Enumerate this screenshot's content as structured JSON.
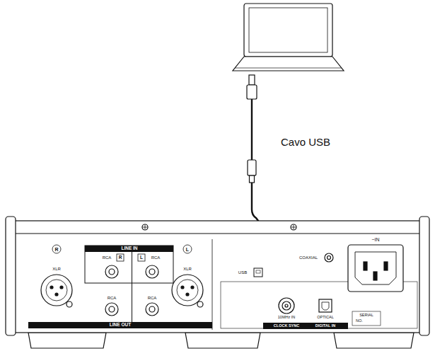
{
  "diagram": {
    "labels": [
      "Cavo USB",
      "R",
      "LINE IN",
      "RCA",
      "R",
      "L",
      "RCA",
      "L",
      "XLR",
      "XLR",
      "RCA",
      "RCA",
      "USB",
      "COAXIAL",
      "~IN",
      "LINE OUT",
      "10MHz IN",
      "CLOCK SYNC",
      "OPTICAL",
      "DIGITAL IN",
      "SERIAL",
      "NO."
    ]
  }
}
